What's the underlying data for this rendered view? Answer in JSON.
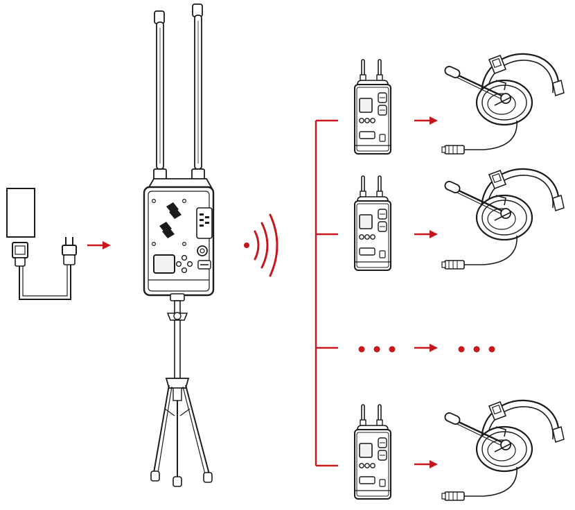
{
  "diagram": {
    "nodes": [
      {
        "id": "power-adapter",
        "icon": "power-adapter-icon"
      },
      {
        "id": "base-station",
        "icon": "base-station-icon"
      },
      {
        "id": "tripod",
        "icon": "tripod-stand-icon"
      },
      {
        "id": "wireless-signal",
        "icon": "wireless-signal-icon"
      },
      {
        "id": "beltpack-1",
        "icon": "beltpack-icon"
      },
      {
        "id": "beltpack-2",
        "icon": "beltpack-icon"
      },
      {
        "id": "beltpack-4",
        "icon": "beltpack-icon"
      },
      {
        "id": "headset-1",
        "icon": "headset-icon"
      },
      {
        "id": "headset-2",
        "icon": "headset-icon"
      },
      {
        "id": "headset-4",
        "icon": "headset-icon"
      },
      {
        "id": "ellipsis-left",
        "icon": "ellipsis-icon"
      },
      {
        "id": "ellipsis-right",
        "icon": "ellipsis-icon"
      }
    ],
    "edges": [
      {
        "from": "power-adapter",
        "to": "base-station"
      },
      {
        "from": "base-station",
        "to": "wireless-signal"
      },
      {
        "from": "wireless-signal",
        "to": "beltpack-1"
      },
      {
        "from": "wireless-signal",
        "to": "beltpack-2"
      },
      {
        "from": "wireless-signal",
        "to": "ellipsis-left"
      },
      {
        "from": "wireless-signal",
        "to": "beltpack-4"
      },
      {
        "from": "beltpack-1",
        "to": "headset-1"
      },
      {
        "from": "beltpack-2",
        "to": "headset-2"
      },
      {
        "from": "ellipsis-left",
        "to": "ellipsis-right"
      },
      {
        "from": "beltpack-4",
        "to": "headset-4"
      }
    ],
    "colors": {
      "accent": "#c8161d",
      "line": "#1a1a1a",
      "fill": "#ffffff",
      "screen": "#f2f2f2"
    }
  }
}
